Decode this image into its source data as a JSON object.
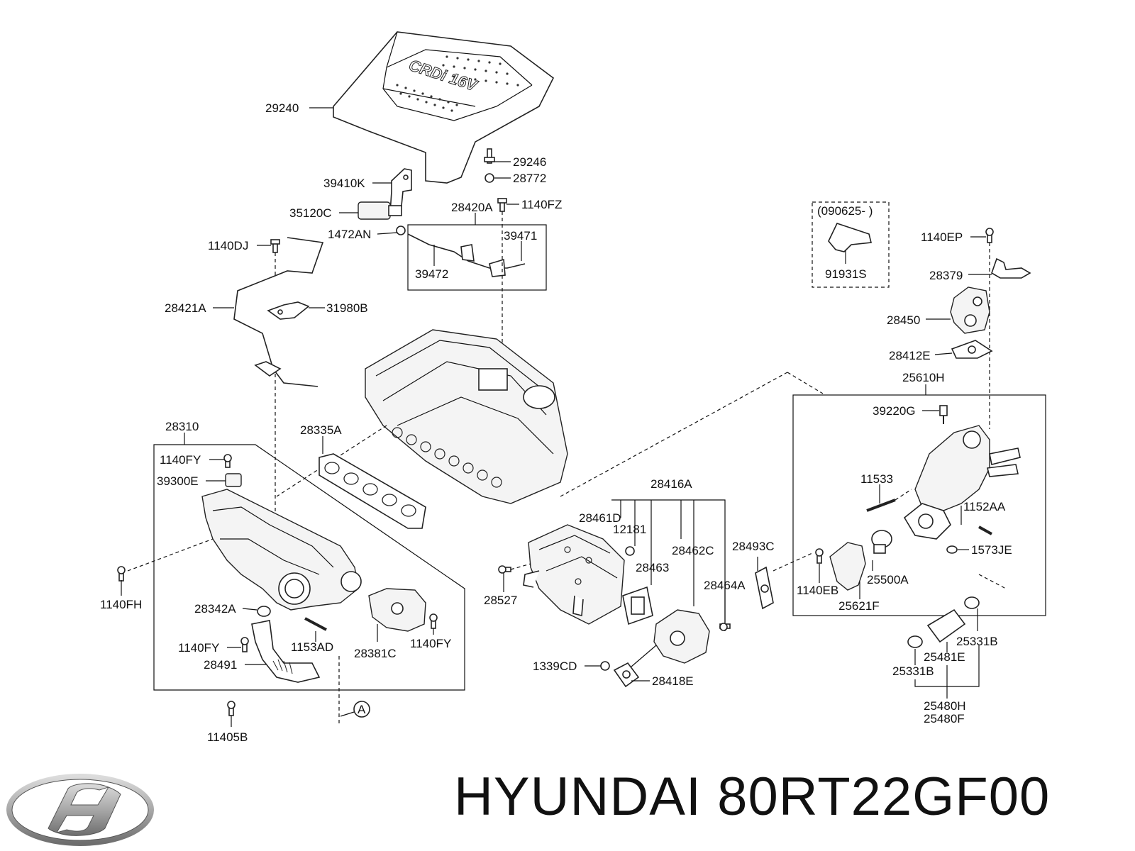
{
  "caption": {
    "brand": "HYUNDAI",
    "part_number": "80RT22GF00"
  },
  "logo": {
    "icon": "hyundai-logo-icon"
  },
  "engine_cover": {
    "emblem_text": "CRDi 16V"
  },
  "labels": {
    "29240": "29240",
    "29246": "29246",
    "28772": "28772",
    "39410K": "39410K",
    "35120C": "35120C",
    "28420A": "28420A",
    "1140FZ": "1140FZ",
    "1472AN": "1472AN",
    "39471": "39471",
    "39472": "39472",
    "1140DJ": "1140DJ",
    "28421A": "28421A",
    "31980B": "31980B",
    "090625": "(090625- )",
    "91931S": "91931S",
    "1140EP": "1140EP",
    "28379": "28379",
    "28450": "28450",
    "28412E": "28412E",
    "25610H": "25610H",
    "39220G": "39220G",
    "11533": "11533",
    "1152AA": "1152AA",
    "1573JE": "1573JE",
    "25500A": "25500A",
    "1140EB": "1140EB",
    "25621F": "25621F",
    "28310": "28310",
    "28335A": "28335A",
    "1140FY_a": "1140FY",
    "39300E": "39300E",
    "1140FH": "1140FH",
    "28342A": "28342A",
    "1140FY_b": "1140FY",
    "1153AD": "1153AD",
    "28491": "28491",
    "28381C": "28381C",
    "1140FY_c": "1140FY",
    "11405B": "11405B",
    "A": "A",
    "28416A": "28416A",
    "28461D": "28461D",
    "12181": "12181",
    "28462C": "28462C",
    "28463": "28463",
    "28493C": "28493C",
    "28464A": "28464A",
    "28527": "28527",
    "1339CD": "1339CD",
    "28418E": "28418E",
    "25331B_a": "25331B",
    "25481E": "25481E",
    "25331B_b": "25331B",
    "25480H": "25480H",
    "25480F": "25480F"
  }
}
